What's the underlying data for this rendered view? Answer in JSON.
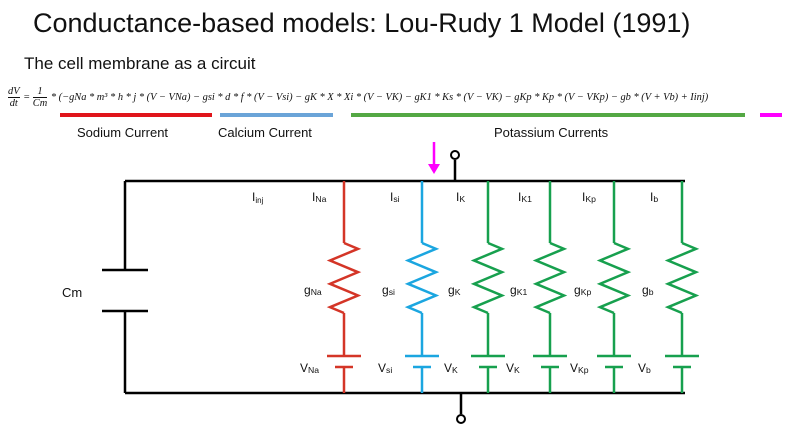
{
  "slide": {
    "title": "Conductance-based models: Lou-Rudy 1 Model (1991)",
    "subtitle": "The cell membrane as a circuit"
  },
  "equation": {
    "lhs_num": "dV",
    "lhs_den": "dt",
    "factor_num": "1",
    "factor_den": "Cm",
    "rhs": "* (−gNa * m³ * h * j * (V − VNa) − gsi * d * f * (V − Vsi) − gK * X * Xi * (V − VK) − gK1 * Ks * (V − VK) − gKp * Kp * (V − VKp) − gb * (V + Vb) + Iinj)"
  },
  "current_groups": [
    {
      "label": "Sodium Current",
      "color": "#e0151b"
    },
    {
      "label": "Calcium Current",
      "color": "#6ba4d8"
    },
    {
      "label": "Potassium Currents",
      "color": "#54a844"
    },
    {
      "label": "",
      "color": "#ff00ff"
    }
  ],
  "colors": {
    "wire": "#000000",
    "sodium": "#d43527",
    "calcium": "#1ba6e0",
    "potassium": "#17a04e",
    "injection_arrow": "#ff00ff"
  },
  "circuit": {
    "capacitor_label": "Cm",
    "injected_current_label": "Iinj",
    "branches": [
      {
        "current": "INa",
        "conductance": "gNa",
        "reversal": "VNa",
        "ion": "sodium"
      },
      {
        "current": "Isi",
        "conductance": "gsi",
        "reversal": "Vsi",
        "ion": "calcium"
      },
      {
        "current": "IK",
        "conductance": "gK",
        "reversal": "VK",
        "ion": "potassium"
      },
      {
        "current": "IK1",
        "conductance": "gK1",
        "reversal": "VK",
        "ion": "potassium"
      },
      {
        "current": "IKp",
        "conductance": "gKp",
        "reversal": "VKp",
        "ion": "potassium"
      },
      {
        "current": "Ib",
        "conductance": "gb",
        "reversal": "Vb",
        "ion": "potassium"
      }
    ]
  }
}
